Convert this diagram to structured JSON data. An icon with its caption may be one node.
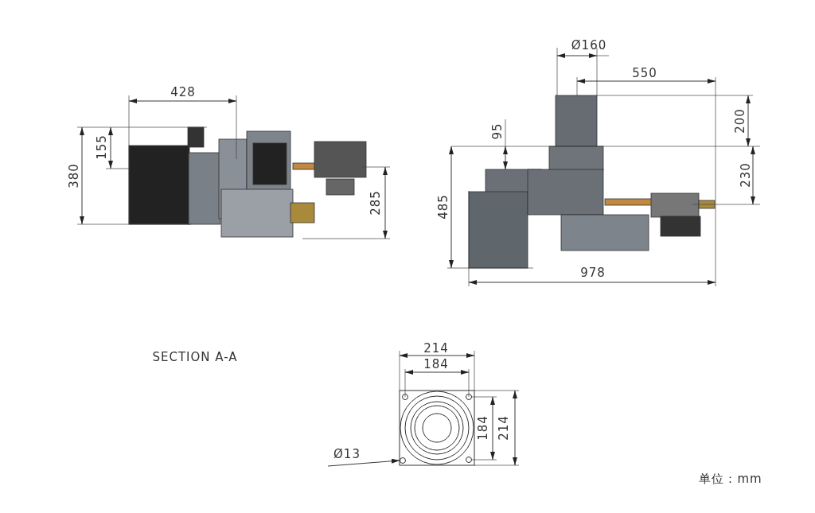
{
  "diagram": {
    "nodes": [
      {
        "text": [
          "Ø13"
        ]
      },
      {
        "text": [],
        "shape": "circle"
      }
    ],
    "edges": [
      {
        "from": 0,
        "to": 1,
        "arrow": "to"
      }
    ],
    "labels": [
      "Ø160",
      "550",
      "428",
      "200",
      "95",
      "155",
      "380",
      "230",
      "485",
      "285",
      "978",
      "SECTION A-A",
      "214",
      "184",
      "184",
      "214",
      "单位：mm"
    ]
  }
}
